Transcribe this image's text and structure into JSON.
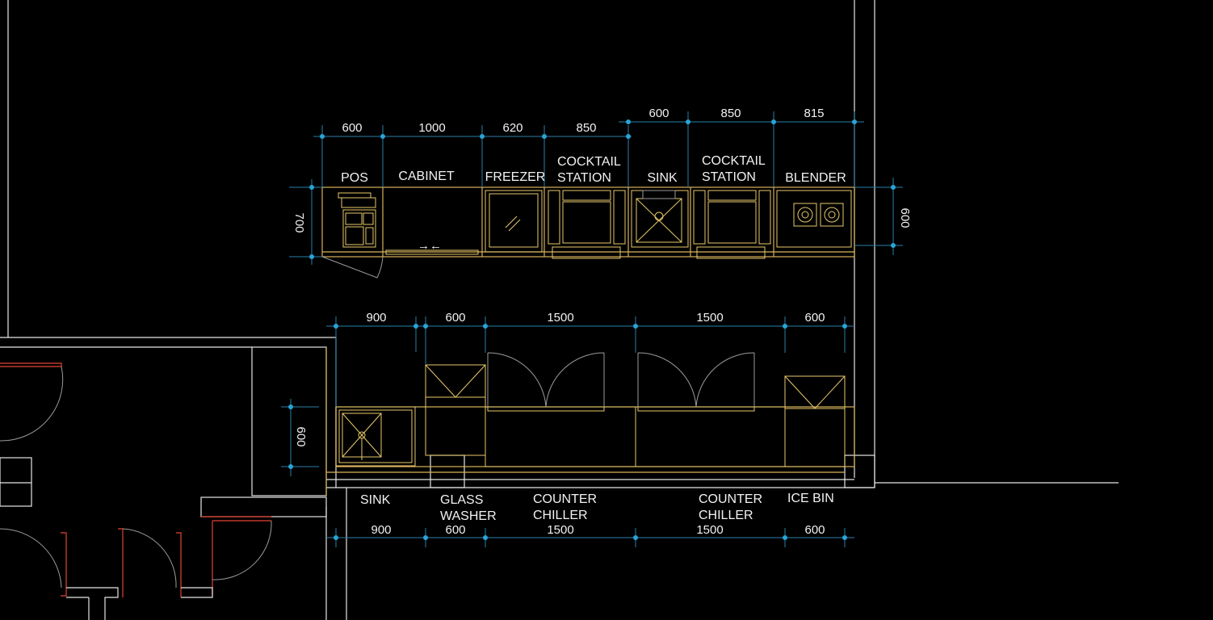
{
  "top_row": {
    "labels": {
      "pos": "POS",
      "cabinet": "CABINET",
      "freezer": "FREEZER",
      "cocktail_station_1_line1": "COCKTAIL",
      "cocktail_station_1_line2": "STATION",
      "sink": "SINK",
      "cocktail_station_2_line1": "COCKTAIL",
      "cocktail_station_2_line2": "STATION",
      "blender": "BLENDER"
    },
    "dimensions": {
      "pos": "600",
      "cabinet": "1000",
      "freezer": "620",
      "cocktail_1": "850",
      "sink": "600",
      "cocktail_2": "850",
      "blender": "815",
      "depth_left": "700",
      "depth_right": "600"
    }
  },
  "bottom_row": {
    "labels": {
      "sink": "SINK",
      "glass_washer_line1": "GLASS",
      "glass_washer_line2": "WASHER",
      "counter_chiller_1_line1": "COUNTER",
      "counter_chiller_1_line2": "CHILLER",
      "counter_chiller_2_line1": "COUNTER",
      "counter_chiller_2_line2": "CHILLER",
      "ice_bin": "ICE BIN"
    },
    "dimensions_top": {
      "sink": "900",
      "glass_washer": "600",
      "chiller_1": "1500",
      "chiller_2": "1500",
      "ice_bin": "600"
    },
    "dimensions_bottom": {
      "sink": "900",
      "glass_washer": "600",
      "chiller_1": "1500",
      "chiller_2": "1500",
      "ice_bin": "600"
    },
    "depth_left": "600"
  },
  "colors": {
    "background": "#000000",
    "walls": "#e6e6e6",
    "furniture": "#d9b25a",
    "dimension": "#2a7fa8",
    "doors": "#9a9a9a",
    "red_walls": "#c0392b"
  }
}
